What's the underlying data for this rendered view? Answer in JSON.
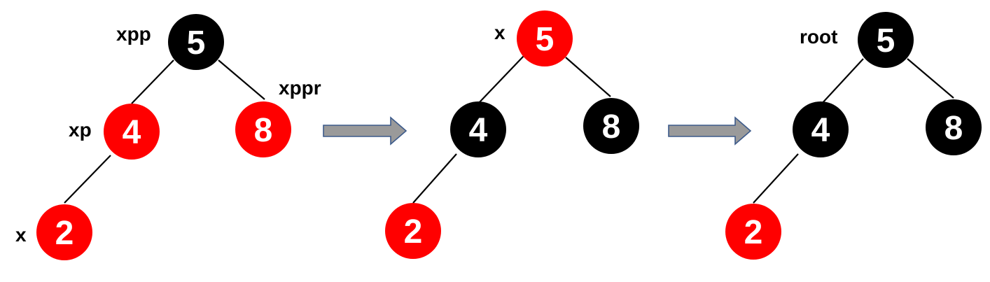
{
  "colors": {
    "red": "#ff0000",
    "black": "#000000",
    "arrow_fill": "#9a9a9a",
    "arrow_stroke": "#3c5a8a"
  },
  "stage1": {
    "nodes": {
      "n5": "5",
      "n4": "4",
      "n8": "8",
      "n2": "2"
    },
    "node_colors": {
      "n5": "black",
      "n4": "red",
      "n8": "red",
      "n2": "red"
    },
    "labels": {
      "xpp": "xpp",
      "xppr": "xppr",
      "xp": "xp",
      "x": "x"
    }
  },
  "stage2": {
    "nodes": {
      "n5": "5",
      "n4": "4",
      "n8": "8",
      "n2": "2"
    },
    "node_colors": {
      "n5": "red",
      "n4": "black",
      "n8": "black",
      "n2": "red"
    },
    "labels": {
      "x": "x"
    }
  },
  "stage3": {
    "nodes": {
      "n5": "5",
      "n4": "4",
      "n8": "8",
      "n2": "2"
    },
    "node_colors": {
      "n5": "black",
      "n4": "black",
      "n8": "black",
      "n2": "red"
    },
    "labels": {
      "root": "root"
    }
  }
}
